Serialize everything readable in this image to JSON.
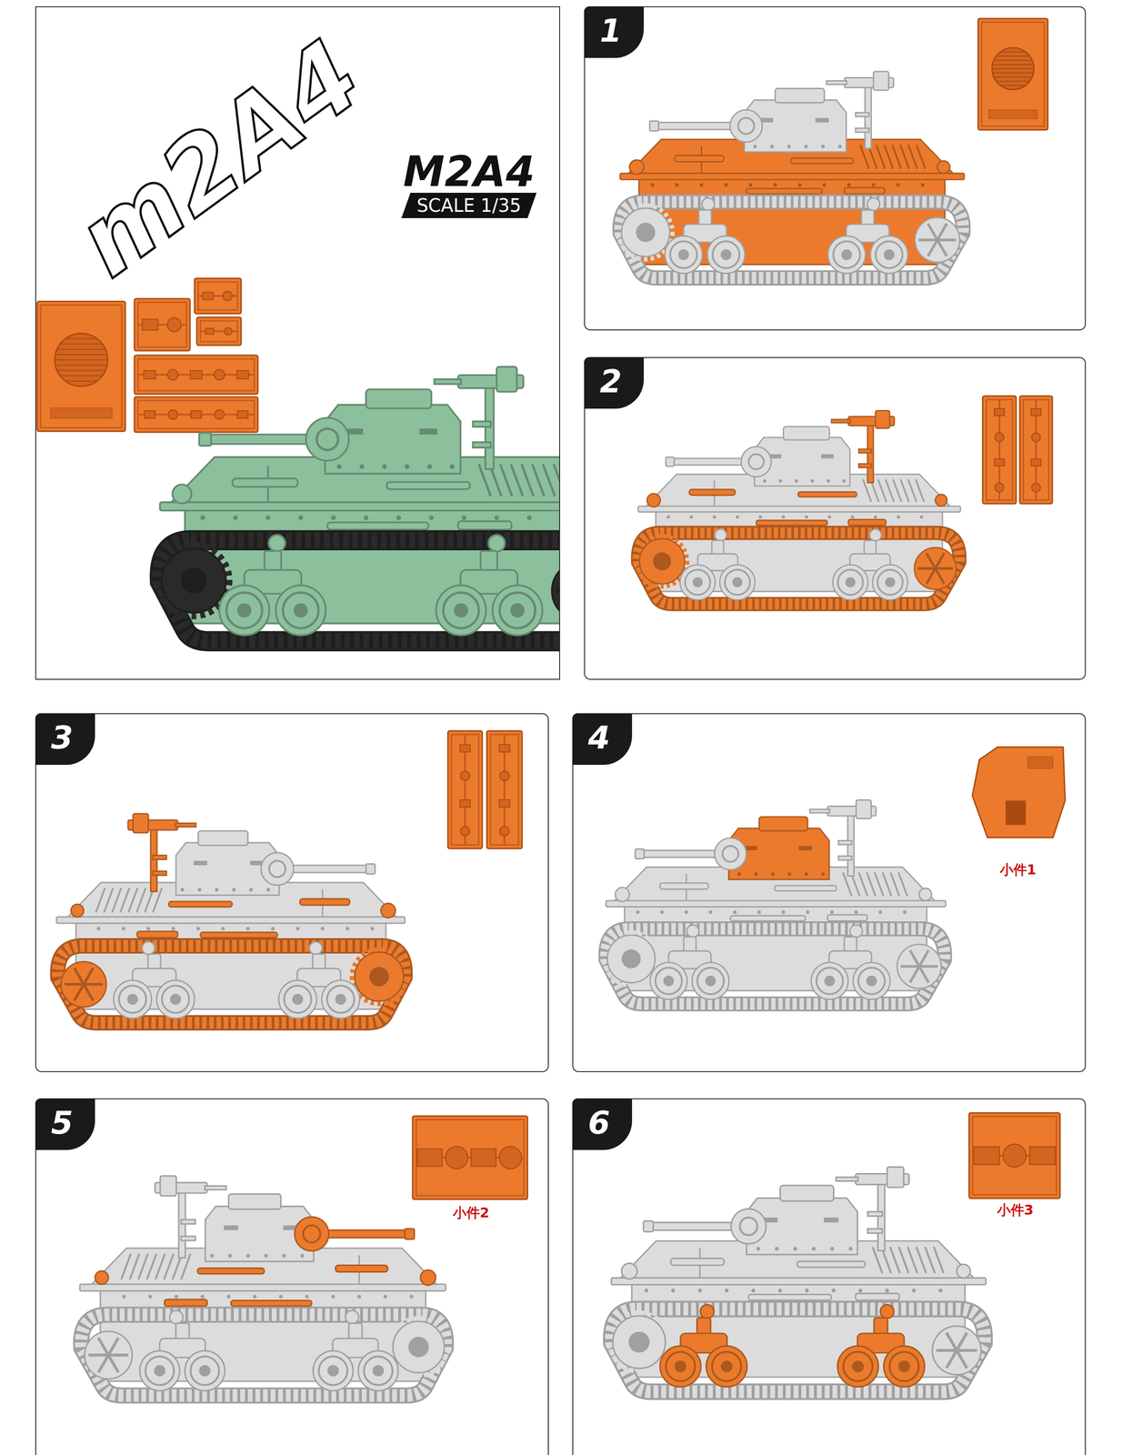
{
  "diagram": {
    "nodes": [
      {
        "text": [
          "m2A4",
          "M2A4",
          "SCALE 1/35"
        ]
      },
      {
        "text": [
          "1"
        ]
      },
      {
        "text": [
          "2"
        ]
      },
      {
        "text": [
          "3"
        ]
      },
      {
        "text": [
          "4"
        ]
      },
      {
        "text": [
          "5"
        ]
      },
      {
        "text": [
          "6"
        ]
      }
    ],
    "labels": [
      "小件1",
      "小件2",
      "小件3"
    ]
  }
}
